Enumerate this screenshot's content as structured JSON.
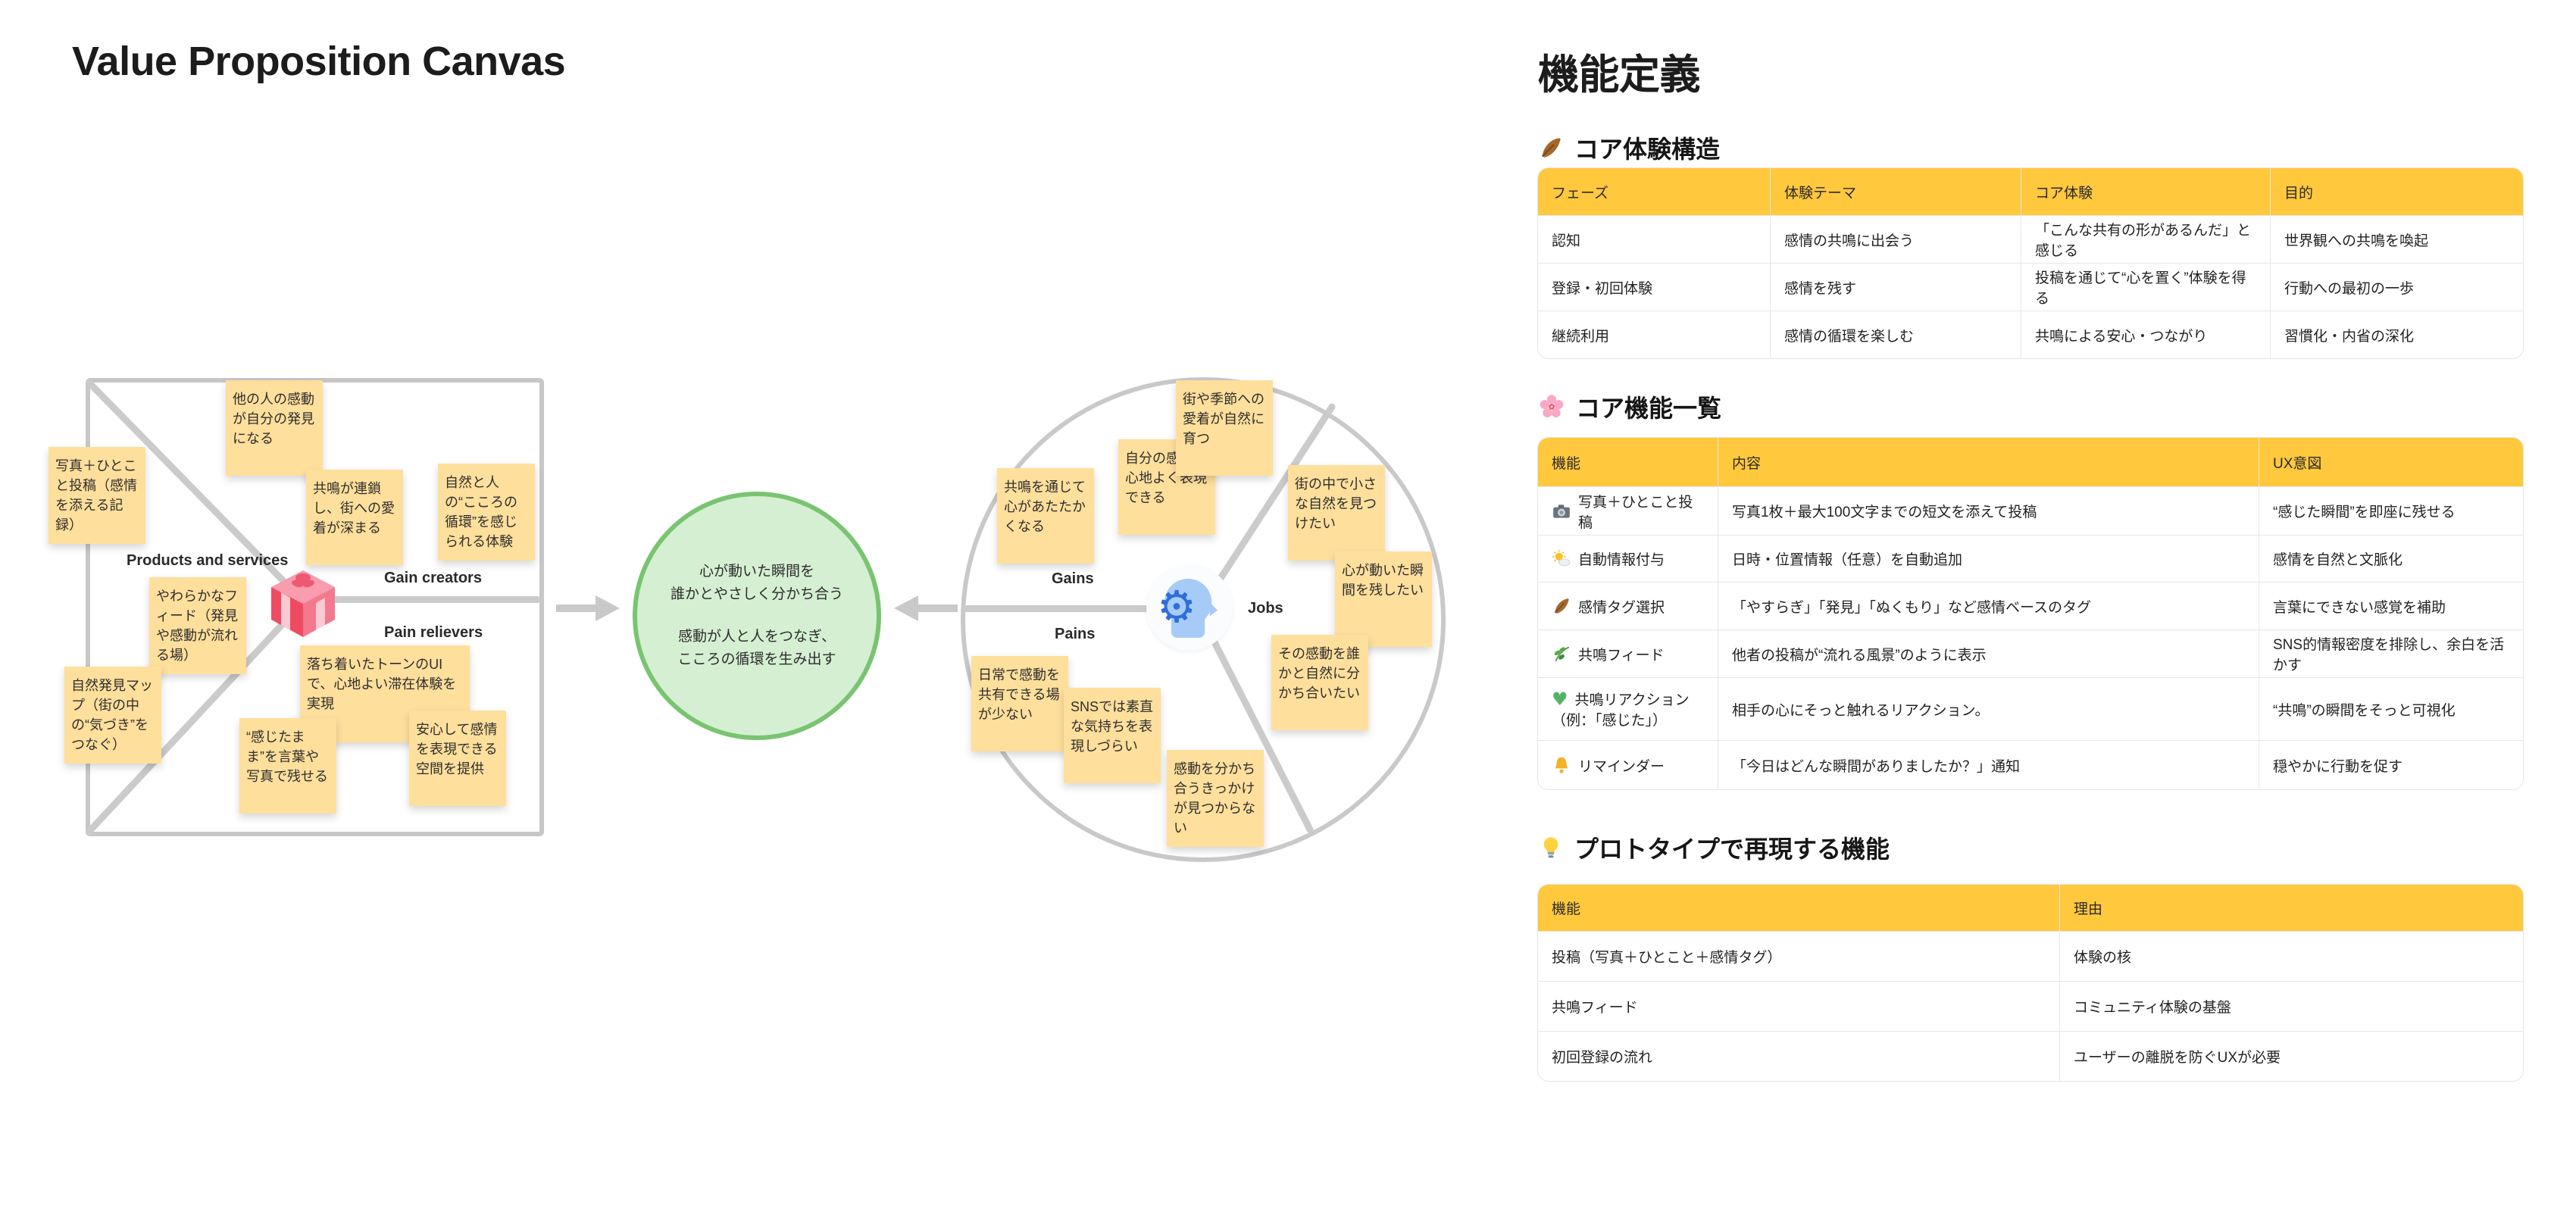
{
  "canvas": {
    "title": "Value Proposition Canvas",
    "value_map": {
      "labels": {
        "products": "Products and services",
        "gain": "Gain creators",
        "pain": "Pain relievers"
      },
      "stickies": [
        "写真＋ひとこと投稿（感情を添える記録）",
        "他の人の感動が自分の発見になる",
        "共鳴が連鎖し、街への愛着が深まる",
        "自然と人の“こころの循環”を感じられる体験",
        "やわらかなフィード（発見や感動が流れる場）",
        "自然発見マップ（街の中の“気づき”をつなぐ）",
        "落ち着いたトーンのUIで、心地よい滞在体験を実現",
        "“感じたまま”を言葉や写真で残せる",
        "安心して感情を表現できる空間を提供"
      ]
    },
    "value_statement": {
      "line1": "心が動いた瞬間を",
      "line2": "誰かとやさしく分かち合う",
      "line3": "感動が人と人をつなぎ、",
      "line4": "こころの循環を生み出す"
    },
    "customer": {
      "labels": {
        "gains": "Gains",
        "pains": "Pains",
        "jobs": "Jobs"
      },
      "stickies": [
        "共鳴を通じて心があたたかくなる",
        "自分の感性を心地よく表現できる",
        "街や季節への愛着が自然に育つ",
        "街の中で小さな自然を見つけたい",
        "心が動いた瞬間を残したい",
        "その感動を誰かと自然に分かち合いたい",
        "日常で感動を共有できる場が少ない",
        "SNSでは素直な気持ちを表現しづらい",
        "感動を分かち合うきっかけが見つからない"
      ]
    }
  },
  "icons": {
    "gear_glyph": "⚙",
    "heart_glyph": "♥"
  },
  "panel": {
    "title": "機能定義",
    "sections": [
      {
        "title": "コア体験構造",
        "headers": [
          "フェーズ",
          "体験テーマ",
          "コア体験",
          "目的"
        ],
        "rows": [
          [
            "認知",
            "感情の共鳴に出会う",
            "「こんな共有の形があるんだ」と感じる",
            "世界観への共鳴を喚起"
          ],
          [
            "登録・初回体験",
            "感情を残す",
            "投稿を通じて“心を置く”体験を得る",
            "行動への最初の一歩"
          ],
          [
            "継続利用",
            "感情の循環を楽しむ",
            "共鳴による安心・つながり",
            "習慣化・内省の深化"
          ]
        ]
      },
      {
        "title": "コア機能一覧",
        "headers": [
          "機能",
          "内容",
          "UX意図"
        ],
        "rows": [
          {
            "label": "写真＋ひとこと投稿",
            "label2": "",
            "content": "写真1枚＋最大100文字までの短文を添えて投稿",
            "ux": "“感じた瞬間”を即座に残せる"
          },
          {
            "label": "自動情報付与",
            "label2": "",
            "content": "日時・位置情報（任意）を自動追加",
            "ux": "感情を自然と文脈化"
          },
          {
            "label": "感情タグ選択",
            "label2": "",
            "content": "「やすらぎ」「発見」「ぬくもり」など感情ベースのタグ",
            "ux": "言葉にできない感覚を補助"
          },
          {
            "label": "共鳴フィード",
            "label2": "",
            "content": "他者の投稿が“流れる風景”のように表示",
            "ux": "SNS的情報密度を排除し、余白を活かす"
          },
          {
            "label": "共鳴リアクション",
            "label2": "（例：「感じた」）",
            "content": "相手の心にそっと触れるリアクション。",
            "ux": "“共鳴”の瞬間をそっと可視化"
          },
          {
            "label": "リマインダー",
            "label2": "",
            "content": "「今日はどんな瞬間がありましたか？」通知",
            "ux": "穏やかに行動を促す"
          }
        ]
      },
      {
        "title": "プロトタイプで再現する機能",
        "headers": [
          "機能",
          "理由"
        ],
        "rows": [
          [
            "投稿（写真＋ひとこと＋感情タグ）",
            "体験の核"
          ],
          [
            "共鳴フィード",
            "コミュニティ体験の基盤"
          ],
          [
            "初回登録の流れ",
            "ユーザーの離脱を防ぐUXが必要"
          ]
        ]
      }
    ]
  }
}
